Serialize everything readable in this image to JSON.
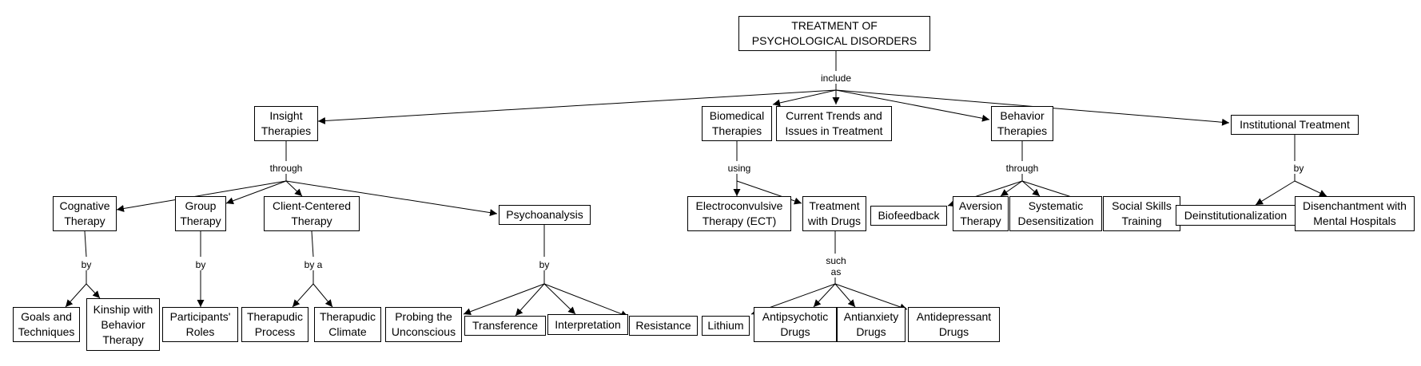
{
  "nodes": {
    "root": "TREATMENT OF\nPSYCHOLOGICAL DISORDERS",
    "insight": "Insight\nTherapies",
    "biomedical": "Biomedical\nTherapies",
    "current": "Current Trends and\nIssues in Treatment",
    "behavior": "Behavior\nTherapies",
    "institutional": "Institutional Treatment",
    "cognitive": "Cognative\nTherapy",
    "group": "Group\nTherapy",
    "client": "Client-Centered\nTherapy",
    "psycho": "Psychoanalysis",
    "ect": "Electroconvulsive\nTherapy (ECT)",
    "drugs": "Treatment\nwith Drugs",
    "biofeedback": "Biofeedback",
    "aversion": "Aversion\nTherapy",
    "systematic": "Systematic\nDesensitization",
    "social": "Social Skills\nTraining",
    "deinst": "Deinstitutionalization",
    "disench": "Disenchantment with\nMental Hospitals",
    "goals": "Goals and\nTechniques",
    "kinship": "Kinship with\nBehavior\nTherapy",
    "participants": "Participants'\nRoles",
    "process": "Therapudic\nProcess",
    "climate": "Therapudic\nClimate",
    "probing": "Probing the\nUnconscious",
    "transference": "Transference",
    "interpretation": "Interpretation",
    "resistance": "Resistance",
    "lithium": "Lithium",
    "antipsychotic": "Antipsychotic\nDrugs",
    "antianxiety": "Antianxiety\nDrugs",
    "antidepressant": "Antidepressant\nDrugs"
  },
  "links": {
    "include": "include",
    "through_insight": "through",
    "using": "using",
    "through_behavior": "through",
    "by_institutional": "by",
    "by_cognitive": "by",
    "by_group": "by",
    "by_a_client": "by a",
    "by_psycho": "by",
    "such_as": "such\nas"
  }
}
